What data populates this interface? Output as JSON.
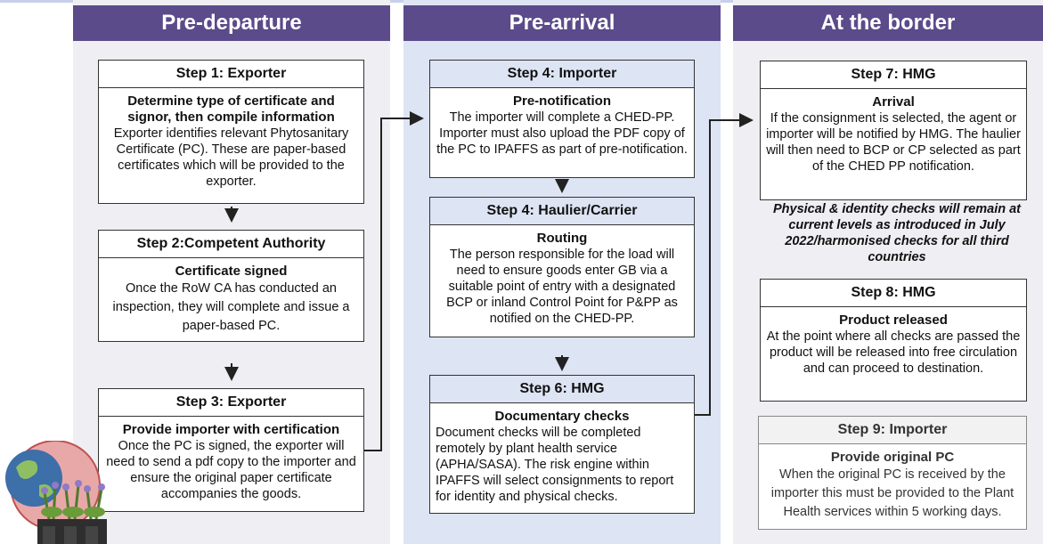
{
  "columns": [
    {
      "title": "Pre-departure"
    },
    {
      "title": "Pre-arrival"
    },
    {
      "title": "At the border"
    }
  ],
  "steps": {
    "s1": {
      "title": "Step 1: Exporter",
      "sub": "Determine type of certificate and signor, then compile information",
      "text": "Exporter identifies relevant Phytosanitary Certificate (PC). These are paper-based certificates which will be provided to the exporter."
    },
    "s2": {
      "title": "Step 2:Competent Authority",
      "sub": "Certificate signed",
      "text": "Once the RoW CA has conducted an inspection, they will complete and issue a paper-based PC."
    },
    "s3": {
      "title": "Step 3: Exporter",
      "sub": "Provide importer with certification",
      "text": "Once the PC is signed, the exporter will need to send a pdf copy to the importer and ensure the original paper certificate accompanies the goods."
    },
    "s4a": {
      "title": "Step 4: Importer",
      "sub": "Pre-notification",
      "text": "The importer will complete a CHED-PP. Importer must also upload the PDF copy of the PC to IPAFFS as part of pre-notification."
    },
    "s4b": {
      "title": "Step 4: Haulier/Carrier",
      "sub": "Routing",
      "text": "The person responsible for the load will need to ensure goods enter GB via a suitable point of entry with a designated BCP or inland Control Point for P&PP as notified on the CHED-PP."
    },
    "s6": {
      "title": "Step 6: HMG",
      "sub": "Documentary checks",
      "text": "Document checks will be completed remotely by plant health service (APHA/SASA). The risk engine within IPAFFS will select consignments to report for identity and physical checks."
    },
    "s7": {
      "title": "Step 7: HMG",
      "sub": "Arrival",
      "text": "If the consignment is selected, the agent or importer will be notified by HMG. The haulier will then need to BCP or CP selected as part of the CHED PP notification."
    },
    "s8": {
      "title": "Step 8: HMG",
      "sub": "Product released",
      "text": "At the point where all checks are passed the product will be released into free circulation and can proceed to destination."
    },
    "s9": {
      "title": "Step 9: Importer",
      "sub": "Provide original PC",
      "text": "When the original PC is received by the importer this must be provided to the Plant Health services within 5 working days."
    }
  },
  "note": "Physical & identity checks will remain at current levels as introduced in July 2022/harmonised checks for all third countries",
  "colors": {
    "header": "#5b4b8a",
    "col_bg": "#efeff3",
    "col_mid_bg": "#dde4f3",
    "box_border": "#333333"
  },
  "icons": [
    "globe-icon",
    "plant-pot-icon"
  ]
}
